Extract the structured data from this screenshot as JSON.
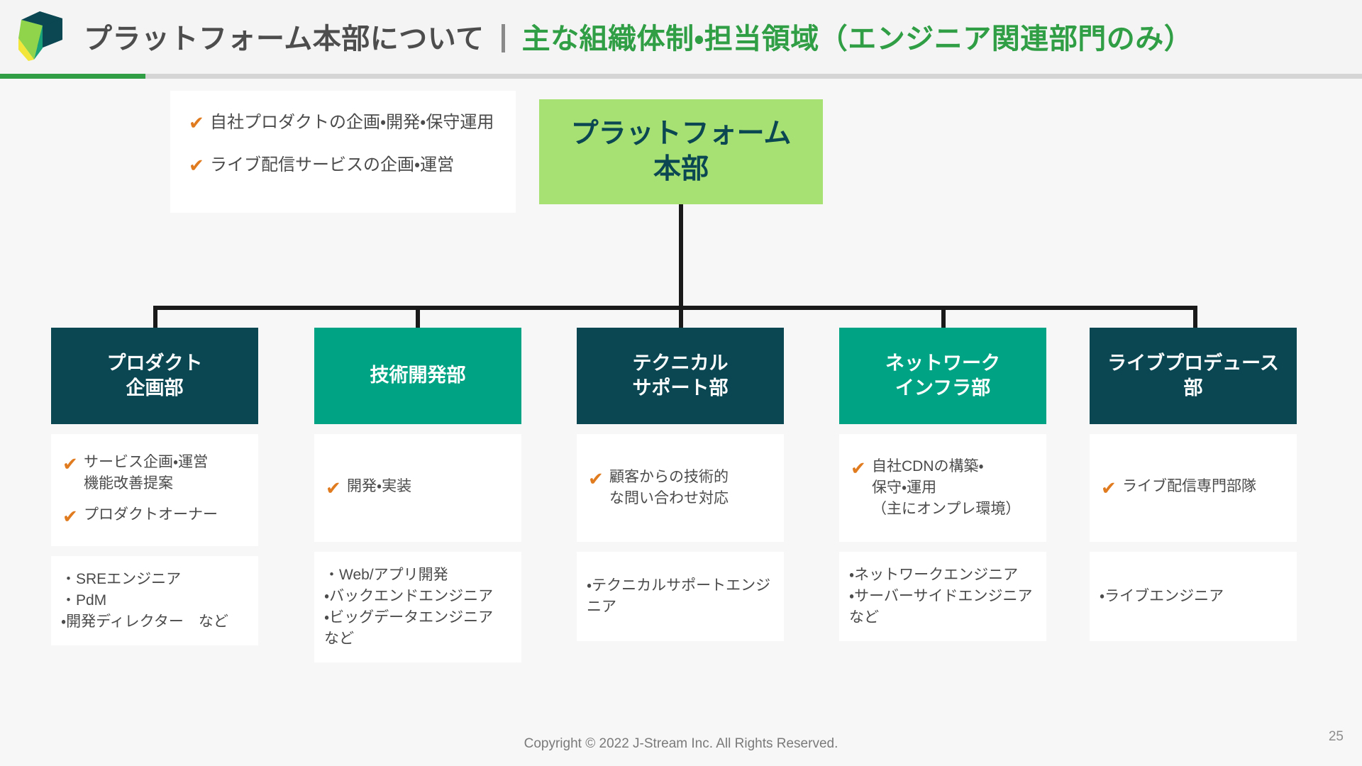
{
  "header": {
    "logo_icon": "jstream-cube-logo",
    "title_main": "プラットフォーム本部について",
    "separator": "|",
    "title_sub": "主な組織体制・担当領域（エンジニア関連部門のみ）",
    "accent_color": "#2f9e44",
    "title_color": "#4d4d4d"
  },
  "callout": {
    "check_icon": "✔",
    "items": [
      "自社プロダクトの企画・開発・保守運用",
      "ライブ配信サービスの企画・運営"
    ],
    "check_color": "#e07b1f"
  },
  "root": {
    "label": "プラットフォーム\n本部",
    "label_line1": "プラットフォーム",
    "label_line2": "本部",
    "bg_color": "#a8e173",
    "text_color": "#0b4752"
  },
  "departments": [
    {
      "name_line1": "プロダクト",
      "name_line2": "企画部",
      "header_color": "#0b4752",
      "duties": [
        "サービス企画・運営\n機能改善提案",
        "プロダクトオーナー"
      ],
      "roles": [
        "・SREエンジニア",
        "・PdM",
        "・開発ディレクター　など"
      ]
    },
    {
      "name_line1": "技術開発部",
      "name_line2": "",
      "header_color": "#00a383",
      "duties": [
        "開発・実装"
      ],
      "roles": [
        "・Web/アプリ開発",
        "・バックエンドエンジニア",
        "・ビッグデータエンジニア",
        "など"
      ]
    },
    {
      "name_line1": "テクニカル",
      "name_line2": "サポート部",
      "header_color": "#0b4752",
      "duties": [
        "顧客からの技術的\nな問い合わせ対応"
      ],
      "roles": [
        "・テクニカルサポートエンジ\nニア"
      ]
    },
    {
      "name_line1": "ネットワーク",
      "name_line2": "インフラ部",
      "header_color": "#00a383",
      "duties": [
        "自社CDNの構築・\n保守・運用\n（主にオンプレ環境）"
      ],
      "roles": [
        "・ネットワークエンジニア",
        "・サーバーサイドエンジニア",
        "など"
      ]
    },
    {
      "name_line1": "ライブプロデュース",
      "name_line2": "部",
      "header_color": "#0b4752",
      "duties": [
        "ライブ配信専門部隊"
      ],
      "roles": [
        "・ライブエンジニア"
      ]
    }
  ],
  "footer": {
    "copyright": "Copyright © 2022 J-Stream Inc. All Rights Reserved.",
    "page_number": "25"
  }
}
